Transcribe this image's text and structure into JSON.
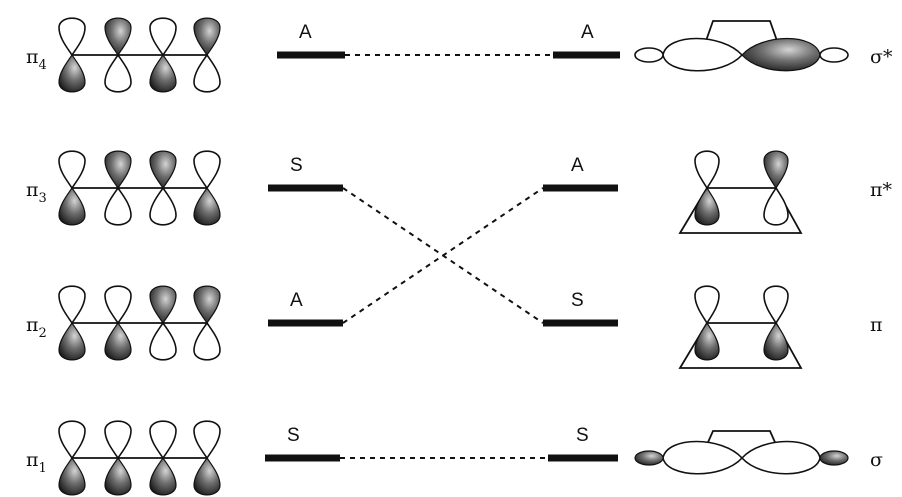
{
  "butadiene_orbitals": [
    {
      "name": "π",
      "sub": "4",
      "pattern": [
        1,
        0,
        1,
        0
      ]
    },
    {
      "name": "π",
      "sub": "3",
      "pattern": [
        1,
        0,
        0,
        1
      ]
    },
    {
      "name": "π",
      "sub": "2",
      "pattern": [
        1,
        1,
        0,
        0
      ]
    },
    {
      "name": "π",
      "sub": "1",
      "pattern": [
        1,
        1,
        1,
        1
      ]
    }
  ],
  "left_symmetry": [
    "A",
    "S",
    "A",
    "S"
  ],
  "right_symmetry": [
    "A",
    "A",
    "S",
    "S"
  ],
  "cyclobutene_orbitals": [
    {
      "label": "σ*",
      "kind": "sigma-star"
    },
    {
      "label": "π*",
      "kind": "pi-star"
    },
    {
      "label": "π",
      "kind": "pi"
    },
    {
      "label": "σ",
      "kind": "sigma"
    }
  ],
  "correlations": [
    [
      0,
      0
    ],
    [
      1,
      2
    ],
    [
      2,
      1
    ],
    [
      3,
      3
    ]
  ],
  "colors": {
    "ink": "#111111",
    "shade_light": "#d4d4d4",
    "shade_dark": "#151515"
  }
}
